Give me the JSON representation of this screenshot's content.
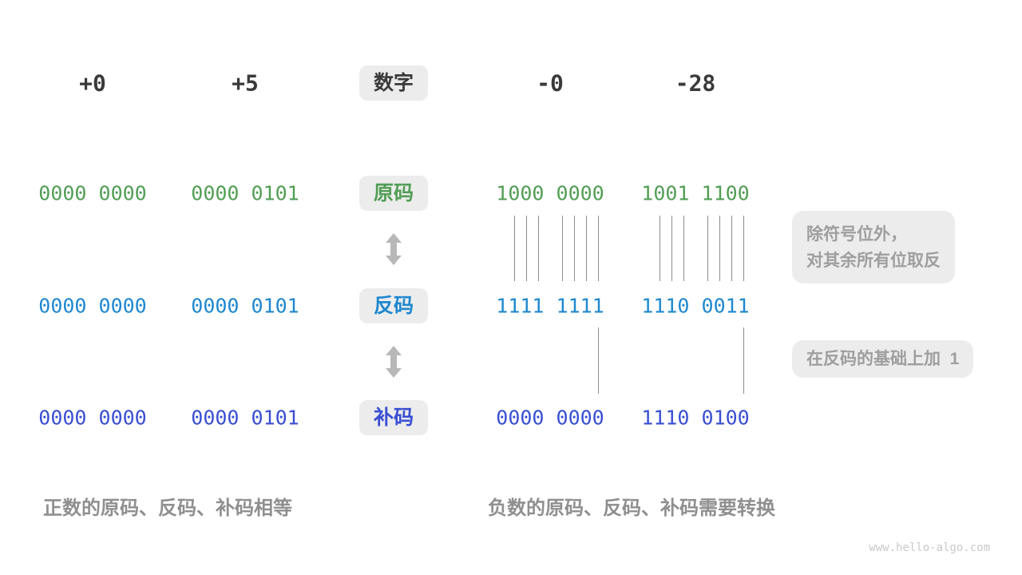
{
  "colors": {
    "dark": "#3a3a3a",
    "green": "#529e55",
    "blue": "#1e88cf",
    "indigo": "#3a4fd2",
    "badge": "#ececec",
    "note": "#9e9e9e",
    "caption": "#8f8f8f",
    "line": "#8c8c8c",
    "arrow": "#b8b8b8",
    "watermark": "#c9c9c9"
  },
  "header": {
    "label": "数字",
    "values": [
      "+0",
      "+5",
      "-0",
      "-28"
    ]
  },
  "rows": [
    {
      "label": "原码",
      "values": [
        "0000 0000",
        "0000 0101",
        "1000 0000",
        "1001 1100"
      ]
    },
    {
      "label": "反码",
      "values": [
        "0000 0000",
        "0000 0101",
        "1111 1111",
        "1110 0011"
      ]
    },
    {
      "label": "补码",
      "values": [
        "0000 0000",
        "0000 0101",
        "0000 0000",
        "1110 0100"
      ]
    }
  ],
  "annotations": {
    "invert_note": [
      "除符号位外，",
      "对其余所有位取反"
    ],
    "plus_one_note": "在反码的基础上加  1"
  },
  "captions": {
    "positive": "正数的原码、反码、补码相等",
    "negative": "负数的原码、反码、补码需要转换"
  },
  "watermark": "www.hello-algo.com"
}
